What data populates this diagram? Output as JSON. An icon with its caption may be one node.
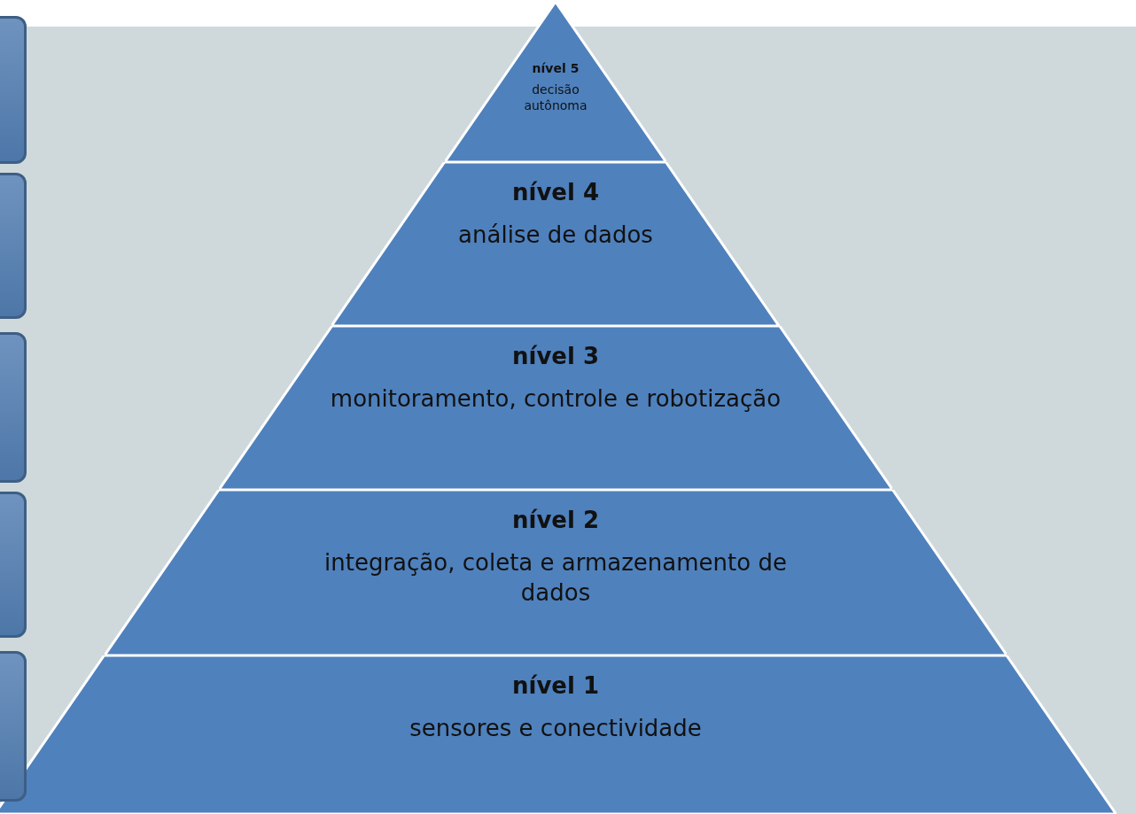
{
  "diagram": {
    "nodes": [
      {
        "text": [
          "nível 5",
          "decisão autônoma"
        ]
      },
      {
        "text": [
          "nível 4",
          "análise de dados"
        ]
      },
      {
        "text": [
          "nível 3",
          "monitoramento, controle e robotização"
        ]
      },
      {
        "text": [
          "nível 2",
          "integração, coleta e armazenamento de dados"
        ]
      },
      {
        "text": [
          "nível 1",
          "sensores e conectividade"
        ]
      },
      {
        "text": [],
        "shape": "box"
      },
      {
        "text": [],
        "shape": "box"
      },
      {
        "text": [],
        "shape": "box"
      },
      {
        "text": [],
        "shape": "box"
      },
      {
        "text": [],
        "shape": "box"
      }
    ]
  }
}
